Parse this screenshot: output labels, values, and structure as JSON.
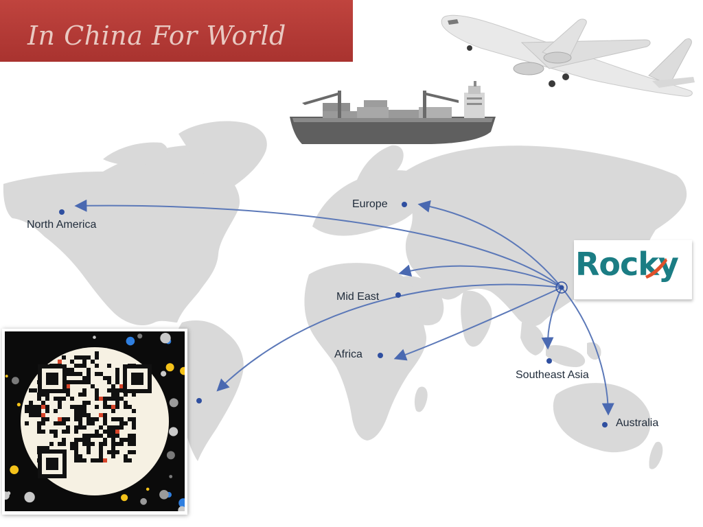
{
  "banner": {
    "text": "In China For World"
  },
  "logo": {
    "text": "Rocky",
    "color": "#1b7d84",
    "accent": "#e0502a"
  },
  "hub": {
    "name": ""
  },
  "destinations": [
    {
      "id": "north-america",
      "label": "North America"
    },
    {
      "id": "europe",
      "label": "Europe"
    },
    {
      "id": "mid-east",
      "label": "Mid East"
    },
    {
      "id": "africa",
      "label": "Africa"
    },
    {
      "id": "south-america",
      "label": ""
    },
    {
      "id": "southeast-asia",
      "label": "Southeast Asia"
    },
    {
      "id": "australia",
      "label": "Australia"
    }
  ],
  "icons": {
    "airplane": "airplane-icon",
    "ship": "cargo-ship-icon",
    "qr": "qr-code"
  },
  "colors": {
    "route": "#5b78b8",
    "dot": "#2f4fa0",
    "land": "#d7d7d7",
    "banner": "#b33a36"
  }
}
